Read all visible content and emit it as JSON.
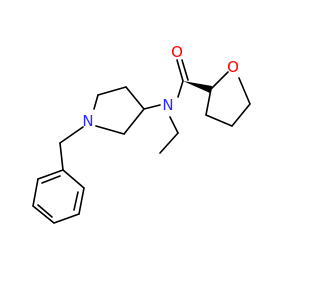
{
  "atoms": {
    "N1": "N",
    "N2": "N",
    "O1": "O",
    "O2": "O"
  },
  "colors": {
    "bond": "#000000",
    "nitrogen": "#2a2aff",
    "oxygen": "#ff0000"
  }
}
